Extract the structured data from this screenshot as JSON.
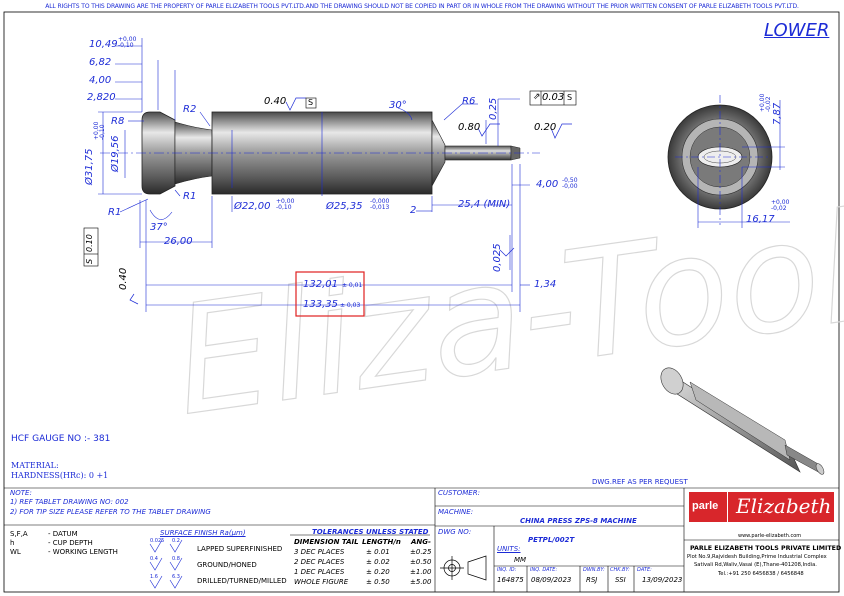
{
  "copyright_notice": "ALL RIGHTS TO THIS DRAWING ARE THE PROPERTY OF PARLE ELIZABETH TOOLS PVT.LTD.AND THE DRAWING SHOULD NOT BE COPIED IN PART OR IN WHOLE FROM THE DRAWING WITHOUT THE PRIOR WRITTEN CONSENT OF PARLE ELIZABETH TOOLS PVT.LTD.",
  "view_label": "LOWER",
  "watermark": "Eliza-Tool",
  "dimensions": {
    "d_10_49": "10,49",
    "d_10_49_tol_top": "+0,00",
    "d_10_49_tol_bot": "-0,10",
    "d_6_82": "6,82",
    "d_4_00": "4,00",
    "d_2_820": "2,820",
    "r8": "R8",
    "r2": "R2",
    "r1_left": "R1",
    "r1_right": "R1",
    "r6": "R6",
    "finish_040_top": "0.40",
    "finish_080": "0.80",
    "finish_020": "0.20",
    "finish_040_left": "0.40",
    "dim_025_top": "0,25",
    "dim_0025": "0,025",
    "angle_30": "30°",
    "angle_37": "37°",
    "datum_s": "S",
    "flatness_val": "0.03",
    "flatness_ref": "S",
    "runout_val": "0.10",
    "runout_ref": "S",
    "dia_3175": "Ø31,75",
    "dia_3175_tol_top": "+0,00",
    "dia_3175_tol_bot": "-0,10",
    "dia_1956": "Ø19,56",
    "dia_2200": "Ø22,00",
    "dia_2200_tol_top": "+0,00",
    "dia_2200_tol_bot": "-0,10",
    "dia_2535": "Ø25,35",
    "dia_2535_tol_top": "-0,000",
    "dia_2535_tol_bot": "-0,013",
    "d_2": "2",
    "d_25_4": "25,4 (MIN)",
    "d_4_00_right": "4,00",
    "d_4_00_right_tol_top": "-0,50",
    "d_4_00_right_tol_bot": "-0,00",
    "d_26_00": "26,00",
    "len_13201": "132,01",
    "len_13201_tol": "± 0,01",
    "len_13335": "133,35",
    "len_13335_tol": "± 0,03",
    "d_1_34": "1,34",
    "tip_7_87": "7,87",
    "tip_7_87_tol_top": "+0,00",
    "tip_7_87_tol_bot": "-0,02",
    "tip_16_17": "16,17",
    "tip_16_17_tol_top": "+0,00",
    "tip_16_17_tol_bot": "-0,02"
  },
  "hcf_gauge": "HCF GAUGE NO :- 381",
  "material_label": "MATERIAL:",
  "hardness_label": "HARDNESS(HRc): 0 +1",
  "dwg_ref": "DWG.REF  AS PER REQUEST",
  "notes": {
    "title": "NOTE:",
    "items": [
      "1) REF TABLET DRAWING NO: 002",
      "2) FOR TIP SIZE PLEASE REFER TO THE TABLET DRAWING"
    ]
  },
  "legend": [
    {
      "code": "S,F,A",
      "desc": "- DATUM"
    },
    {
      "code": "h",
      "desc": "- CUP DEPTH"
    },
    {
      "code": "WL",
      "desc": "- WORKING LENGTH"
    }
  ],
  "surface_finish": {
    "title": "SURFACE FINISH Ra(µm)",
    "rows": [
      {
        "a": "0.025",
        "b": "0.2",
        "label": "LAPPED SUPERFINISHED"
      },
      {
        "a": "0.4",
        "b": "0.8",
        "label": "GROUND/HONED"
      },
      {
        "a": "1.6",
        "b": "6.3",
        "label": "DRILLED/TURNED/MILLED"
      }
    ]
  },
  "tolerances": {
    "title": "TOLERANCES UNLESS STATED",
    "headers": [
      "DIMENSION TAIL",
      "LENGTH/n",
      "ANG-"
    ],
    "rows": [
      [
        "3 DEC PLACES",
        "± 0.01",
        "±0.25"
      ],
      [
        "2 DEC PLACES",
        "± 0.02",
        "±0.50"
      ],
      [
        "1 DEC PLACES",
        "± 0.20",
        "±1.00"
      ],
      [
        "WHOLE FIGURE",
        "± 0.50",
        "±5.00"
      ]
    ]
  },
  "title_block": {
    "customer_label": "CUSTOMER:",
    "customer_value": "",
    "machine_label": "MACHINE:",
    "machine_value": "CHINA PRESS ZPS-8 MACHINE",
    "dwg_no_label": "DWG NO:",
    "dwg_no_value": "PETPL/002T",
    "units_label": "UNITS:",
    "units_value": "MM",
    "inq_id_label": "INQ. ID:",
    "inq_id_value": "164875",
    "inq_date_label": "INQ. DATE:",
    "inq_date_value": "08/09/2023",
    "dwn_by_label": "DWN.BY:",
    "dwn_by_value": "RSJ",
    "chk_by_label": "CHK.BY:",
    "chk_by_value": "SSI",
    "date_label": "DATE:",
    "date_value": "13/09/2023"
  },
  "company": {
    "logo_left": "parle",
    "logo_right": "Elizabeth",
    "website": "www.parle-elizabeth.com",
    "name": "PARLE ELIZABETH TOOLS PRIVATE LIMITED",
    "address1": "Plot No.9,Rajvidesh Building,Prime Industrial Complex",
    "address2": "Sativali Rd,Waliv,Vasai (E),Thane-401208,India.",
    "tel": "Tel.:+91 250 6456838 / 6456848"
  },
  "colors": {
    "dim_blue": "#1c2bd6",
    "highlight_red": "#e02020",
    "logo_red": "#d8262b"
  }
}
